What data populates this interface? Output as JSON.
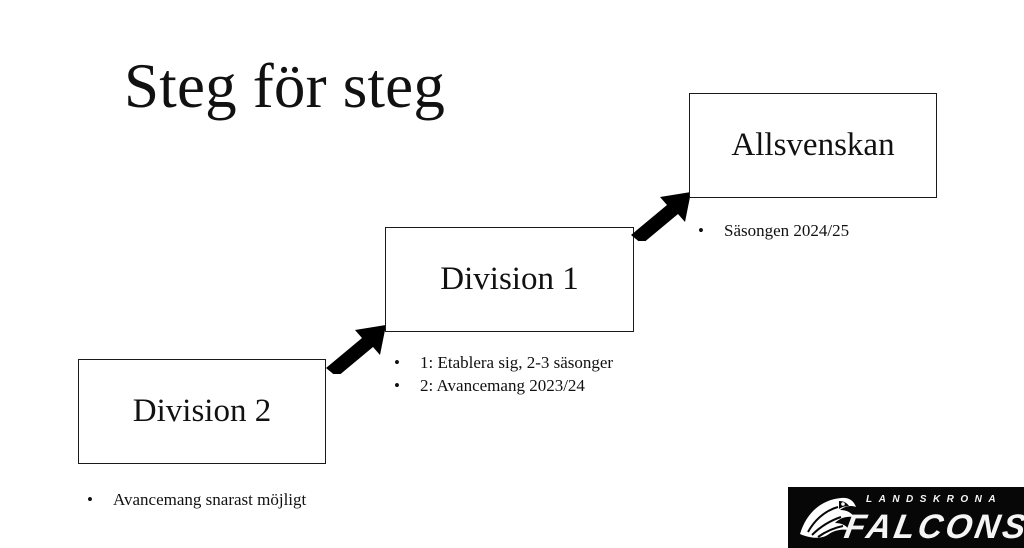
{
  "slide": {
    "title": "Steg för steg"
  },
  "steps": [
    {
      "label": "Division 2",
      "bullets": [
        "Avancemang snarast möjligt"
      ]
    },
    {
      "label": "Division 1",
      "bullets": [
        "1: Etablera sig, 2-3 säsonger",
        "2: Avancemang 2023/24"
      ]
    },
    {
      "label": "Allsvenskan",
      "bullets": [
        "Säsongen 2024/25"
      ]
    }
  ],
  "icons": {
    "bullet": "•",
    "arrow": "step-arrow-icon",
    "logo": "falcon-head-logo-icon"
  },
  "logo": {
    "top": "LANDSKRONA",
    "main": "FALCONS"
  },
  "colors": {
    "background": "#ffffff",
    "text": "#111111",
    "arrow": "#000000",
    "logo_background": "#070707",
    "logo_text": "#f5f5f5"
  }
}
